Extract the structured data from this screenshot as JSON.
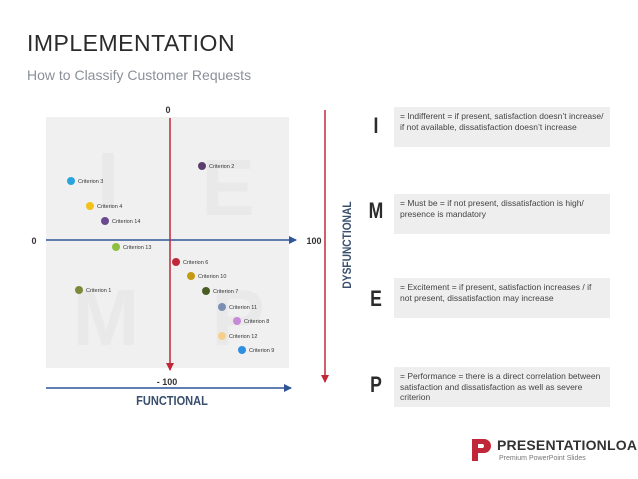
{
  "slide": {
    "title": "IMPLEMENTATION",
    "subtitle": "How to Classify Customer Requests"
  },
  "diagram": {
    "quadrant_letters": [
      "I",
      "E",
      "M",
      "P"
    ],
    "axis_labels": {
      "top": "0",
      "bottom": "- 100",
      "left": "0",
      "right": "100",
      "horizontal_title": "FUNCTIONAL",
      "vertical_title": "DYSFUNCTIONAL"
    },
    "axis_color": "#c0283a",
    "criteria": [
      {
        "label": "Criterion 3",
        "color": "#2aa4dc"
      },
      {
        "label": "Criterion 2",
        "color": "#5b3e6e"
      },
      {
        "label": "Criterion 4",
        "color": "#f2c21b"
      },
      {
        "label": "Criterion 14",
        "color": "#6a4a8e"
      },
      {
        "label": "Criterion 13",
        "color": "#8ebf3f"
      },
      {
        "label": "Criterion 6",
        "color": "#c0283a"
      },
      {
        "label": "Criterion 10",
        "color": "#c49a12"
      },
      {
        "label": "Criterion 1",
        "color": "#7a8a3a"
      },
      {
        "label": "Criterion 7",
        "color": "#4a5e23"
      },
      {
        "label": "Criterion 11",
        "color": "#7b8fb3"
      },
      {
        "label": "Criterion 8",
        "color": "#c78ad9"
      },
      {
        "label": "Criterion 12",
        "color": "#f5d08a"
      },
      {
        "label": "Criterion 9",
        "color": "#2d8fe0"
      }
    ]
  },
  "legend": [
    {
      "letter": "I",
      "text": "= Indifferent = if present, satisfaction doesn’t increase/ if not available, dissatisfaction doesn’t increase"
    },
    {
      "letter": "M",
      "text": "= Must be = if not present, dissatisfaction is high/ presence is mandatory"
    },
    {
      "letter": "E",
      "text": "= Excitement = if present, satisfaction increases / if not present, dissatisfaction may increase"
    },
    {
      "letter": "P",
      "text": "= Performance = there is a direct correlation between satisfaction and dissatisfaction as well as severe criterion"
    }
  ],
  "branding": {
    "name": "PRESENTATIONLOAD",
    "tagline": "Premium PowerPoint Slides",
    "color": "#c0283a"
  }
}
